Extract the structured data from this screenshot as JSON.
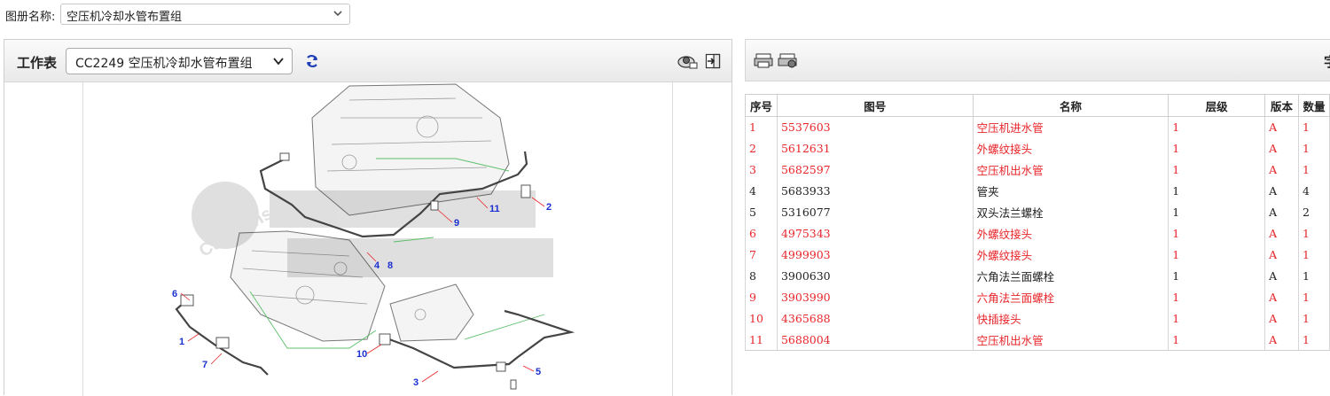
{
  "topbar": {
    "label": "图册名称:",
    "album_value": "空压机冷却水管布置组"
  },
  "worksheet": {
    "title": "工作表",
    "selected": "CC2249 空压机冷却水管布置组"
  },
  "diagram": {
    "watermark_brand": "Cummins",
    "callouts": [
      "1",
      "2",
      "3",
      "4",
      "5",
      "6",
      "7",
      "8",
      "9",
      "10",
      "11"
    ]
  },
  "right": {
    "truncated_text": "字"
  },
  "table": {
    "columns": [
      "序号",
      "图号",
      "名称",
      "层级",
      "版本",
      "数量"
    ],
    "rows": [
      {
        "seq": "1",
        "part": "5537603",
        "name": "空压机进水管",
        "level": "1",
        "ver": "A",
        "qty": "1",
        "hl": true
      },
      {
        "seq": "2",
        "part": "5612631",
        "name": "外螺纹接头",
        "level": "1",
        "ver": "A",
        "qty": "1",
        "hl": true
      },
      {
        "seq": "3",
        "part": "5682597",
        "name": "空压机出水管",
        "level": "1",
        "ver": "A",
        "qty": "1",
        "hl": true
      },
      {
        "seq": "4",
        "part": "5683933",
        "name": "管夹",
        "level": "1",
        "ver": "A",
        "qty": "4",
        "hl": false
      },
      {
        "seq": "5",
        "part": "5316077",
        "name": "双头法兰螺栓",
        "level": "1",
        "ver": "A",
        "qty": "2",
        "hl": false
      },
      {
        "seq": "6",
        "part": "4975343",
        "name": "外螺纹接头",
        "level": "1",
        "ver": "A",
        "qty": "1",
        "hl": true
      },
      {
        "seq": "7",
        "part": "4999903",
        "name": "外螺纹接头",
        "level": "1",
        "ver": "A",
        "qty": "1",
        "hl": true
      },
      {
        "seq": "8",
        "part": "3900630",
        "name": "六角法兰面螺栓",
        "level": "1",
        "ver": "A",
        "qty": "1",
        "hl": false
      },
      {
        "seq": "9",
        "part": "3903990",
        "name": "六角法兰面螺栓",
        "level": "1",
        "ver": "A",
        "qty": "1",
        "hl": true
      },
      {
        "seq": "10",
        "part": "4365688",
        "name": "快插接头",
        "level": "1",
        "ver": "A",
        "qty": "1",
        "hl": true
      },
      {
        "seq": "11",
        "part": "5688004",
        "name": "空压机出水管",
        "level": "1",
        "ver": "A",
        "qty": "1",
        "hl": true
      }
    ]
  },
  "icons": {
    "refresh": "refresh-icon",
    "zoom": "print-preview-icon",
    "export": "export-icon",
    "print": "print-icon",
    "print2": "print-settings-icon"
  },
  "colors": {
    "highlight": "#e8262a",
    "callout": "#1a2fd1"
  }
}
